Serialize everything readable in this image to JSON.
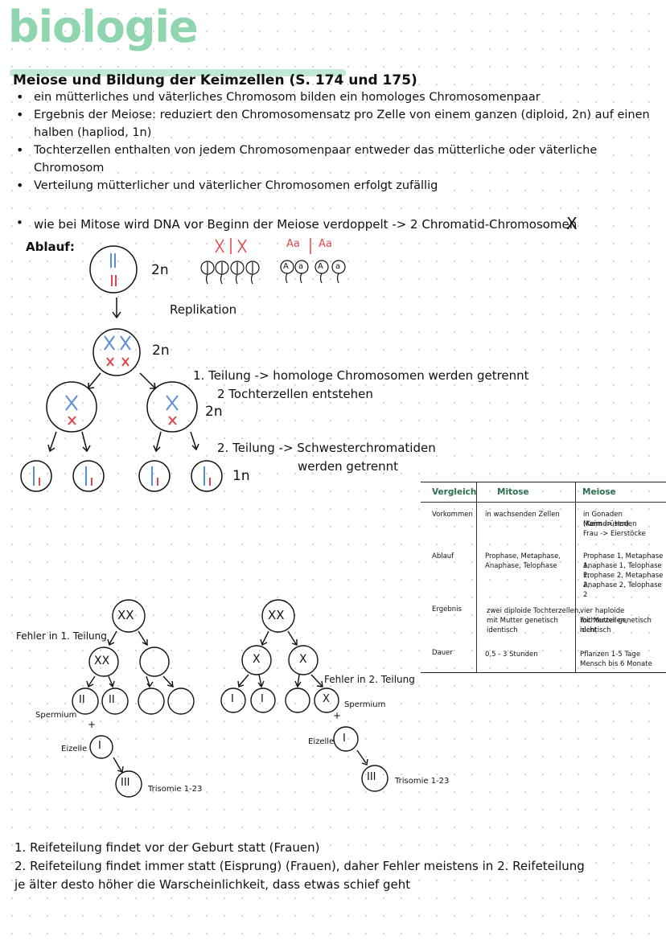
{
  "title": "biologie",
  "heading": "Meiose und Bildung der Keimzellen (S. 174 und 175)",
  "bullets": [
    "ein mütterliches und väterliches Chromosom bilden ein homologes Chromosomenpaar",
    "Ergebnis der Meiose: reduziert den Chromosomensatz pro Zelle von einem ganzen (diploid, 2n) auf einen halben (hapliod, 1n)",
    "Tochterzellen enthalten von jedem Chromosomenpaar entweder das mütterliche oder väterliche Chromosom",
    "Verteilung mütterlicher und väterlicher Chromosomen erfolgt zufällig"
  ],
  "bullet_mitose": "wie bei Mitose wird DNA vor Beginn der Meiose verdoppelt -> 2 Chromatid-Chromosomen",
  "ablauf_label": "Ablauf:",
  "labels": {
    "n2_a": "2n",
    "n2_b": "2n",
    "n2_c": "2n",
    "n1": "1n",
    "replikation": "Replikation",
    "gene_a1": "Aa",
    "gene_a2": "Aa",
    "circle_A": "A",
    "circle_a": "a"
  },
  "teilung1_line1": "1.  Teilung -> homologe Chromosomen werden getrennt",
  "teilung1_line2": "2 Tochterzellen entstehen",
  "teilung2_line1": "2. Teilung ->  Schwesterchromatiden",
  "teilung2_line2": "werden getrennt",
  "table": {
    "headers": [
      "Vergleich",
      "Mitose",
      "Meiose"
    ],
    "rows": [
      {
        "label": "Vorkommen",
        "mitose": [
          "in wachsenden Zellen"
        ],
        "meiose": [
          "in Gonaden (Keimdrüsen)",
          "Mann -> Hoden",
          "Frau -> Eierstöcke"
        ]
      },
      {
        "label": "Ablauf",
        "mitose": [
          "Prophase, Metaphase,",
          "Anaphase, Telophase"
        ],
        "meiose": [
          "Prophase 1, Metaphase 1,",
          "Anaphase 1, Telophase 1,",
          "Prophase 2, Metaphase 2,",
          "Anaphase 2, Telophase 2"
        ]
      },
      {
        "label": "Ergebnis",
        "mitose": [
          "zwei diploide Tochterzellen,",
          "mit Mutter genetisch",
          "identisch"
        ],
        "meiose": [
          "vier haploide Tochterzellen,",
          "mit Mutter genetisch nicht",
          "identisch"
        ]
      },
      {
        "label": "Dauer",
        "mitose": [
          "0,5 - 3 Stunden"
        ],
        "meiose": [
          "Pflanzen 1-5 Tage",
          "Mensch bis 6 Monate"
        ]
      }
    ]
  },
  "fehler": {
    "f1": "Fehler in 1. Teilung",
    "f2": "Fehler in 2. Teilung",
    "spermium": "Spermium",
    "plus": "+",
    "eizelle": "Eizelle",
    "trisomie": "Trisomie 1-23",
    "xx": "XX",
    "x": "X",
    "ii": "II",
    "i": "I",
    "iii": "III"
  },
  "footer": [
    "1.   Reifeteilung findet vor der Geburt statt (Frauen)",
    "2.   Reifeteilung findet immer statt (Eisprung) (Frauen), daher Fehler meistens in 2. Reifeteilung",
    "je älter desto höher die Warscheinlichkeit, dass etwas schief geht"
  ],
  "colors": {
    "accent": "#8fd5b0",
    "maternal": "#e0474b",
    "paternal": "#5b8fd6"
  }
}
